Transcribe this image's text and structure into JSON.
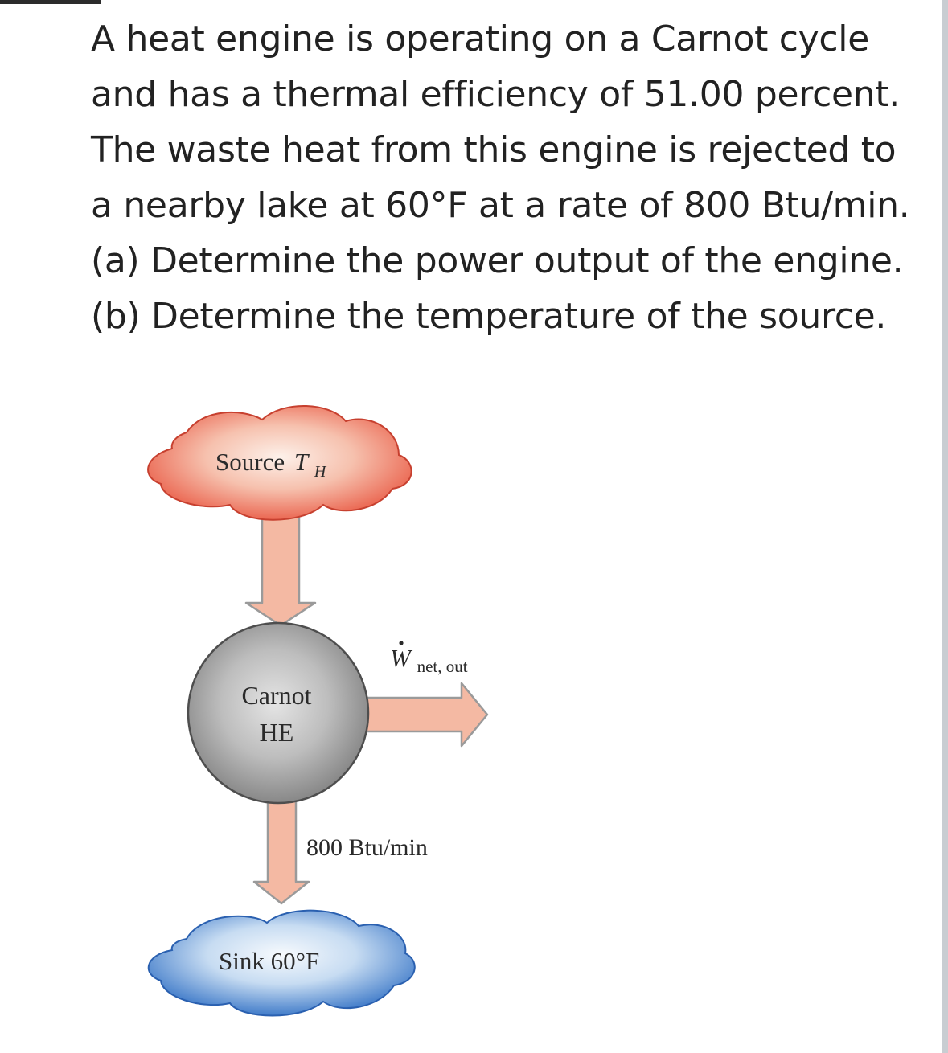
{
  "problem": {
    "text": "A heat engine is operating on a Carnot cycle and has a thermal efficiency of 51.00 percent. The waste heat from this engine is rejected to a nearby lake at 60°F at a rate of 800 Btu/min. (a) Determine the power output of the engine. (b) Determine the temperature of the source."
  },
  "diagram": {
    "source": {
      "label": "Source",
      "symbol": "T",
      "subscript": "H"
    },
    "engine": {
      "line1": "Carnot",
      "line2": "HE"
    },
    "work": {
      "symbol": "W",
      "subscript": "net, out"
    },
    "heat_rejected": {
      "label": "800 Btu/min"
    },
    "sink": {
      "label": "Sink 60°F"
    },
    "colors": {
      "hot": "#e8503a",
      "hot_light": "#fbe6dc",
      "cold": "#2f6fc4",
      "cold_light": "#eef4fb",
      "arrow_fill": "#f4b9a3",
      "arrow_stroke": "#9a9a9a",
      "engine": "#9a9a9a"
    }
  }
}
